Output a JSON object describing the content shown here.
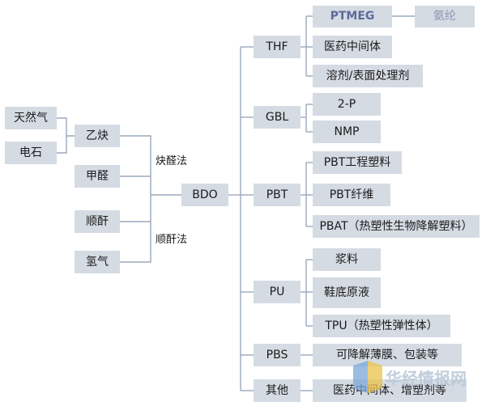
{
  "nodes": {
    "natural_gas": "天然气",
    "calcium_carbide": "电石",
    "acetylene": "乙炔",
    "formaldehyde": "甲醛",
    "maleic_anhydride": "顺酐",
    "hydrogen": "氢气",
    "bdo": "BDO",
    "thf": "THF",
    "gbl": "GBL",
    "pbt": "PBT",
    "pu": "PU",
    "pbs": "PBS",
    "other": "其他",
    "ptmeg": "PTMEG",
    "spandex": "氨纶",
    "thf_pharma": "医药中间体",
    "solvent": "溶剂/表面处理剂",
    "two_p": "2-P",
    "nmp": "NMP",
    "pbt_plastic": "PBT工程塑料",
    "pbt_fiber": "PBT纤维",
    "pbat": "PBAT（热塑性生物降解塑料）",
    "slurry": "浆料",
    "shoe_sole": "鞋底原液",
    "tpu": "TPU（热塑性弹性体）",
    "film": "可降解薄膜、包装等",
    "other_pharma": "医药中间体、增塑剂等"
  },
  "labels": {
    "reppe": "炔醛法",
    "maleic_route": "顺酐法"
  },
  "watermark": "华经情报网",
  "colors": {
    "box_fill": "#d5dbe3",
    "line": "#9aa9bd",
    "ptmeg_text": "#5b6a9a",
    "spandex_text": "#8a96b3"
  }
}
